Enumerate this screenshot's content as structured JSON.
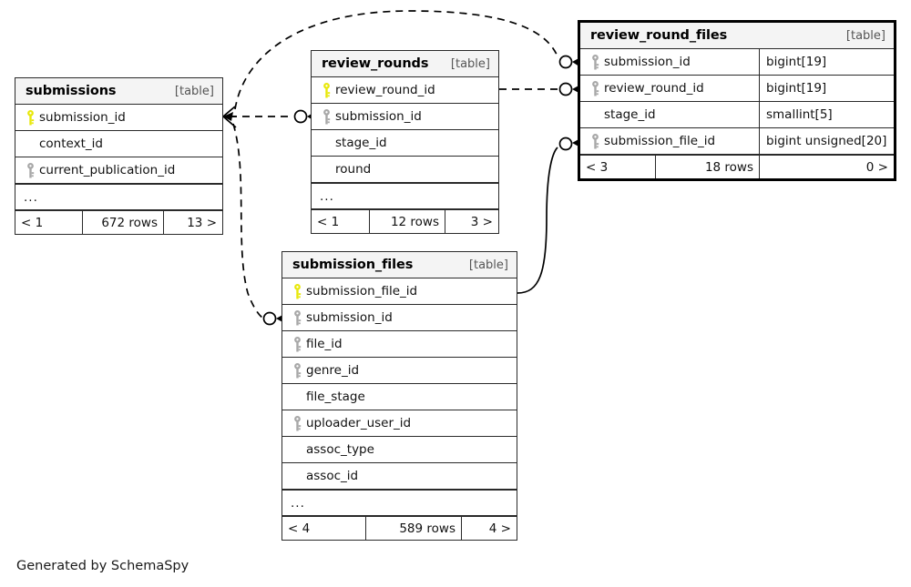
{
  "diagram": {
    "title": "review_round_files",
    "caption": "Generated by SchemaSpy",
    "kind_label": "[table]",
    "more_label": "...",
    "colors": {
      "primary_key": "#e8e80c",
      "foreign_key": "#a8a8a8",
      "header_background": "#f4f4f4",
      "border": "#2a2a2a",
      "focal_border": "#000000",
      "text": "#111111"
    }
  },
  "tables": [
    {
      "id": "submissions",
      "name": "submissions",
      "kind": "[table]",
      "focal": false,
      "has_type_column": false,
      "columns": [
        {
          "name": "submission_id",
          "key": "primary",
          "type": ""
        },
        {
          "name": "context_id",
          "key": "none",
          "type": ""
        },
        {
          "name": "current_publication_id",
          "key": "foreign",
          "type": ""
        }
      ],
      "truncated": true,
      "footer": {
        "left": "< 1",
        "middle": "672 rows",
        "right": "13 >"
      }
    },
    {
      "id": "review_rounds",
      "name": "review_rounds",
      "kind": "[table]",
      "focal": false,
      "has_type_column": false,
      "columns": [
        {
          "name": "review_round_id",
          "key": "primary",
          "type": ""
        },
        {
          "name": "submission_id",
          "key": "foreign",
          "type": ""
        },
        {
          "name": "stage_id",
          "key": "none",
          "type": ""
        },
        {
          "name": "round",
          "key": "none",
          "type": ""
        }
      ],
      "truncated": true,
      "footer": {
        "left": "< 1",
        "middle": "12 rows",
        "right": "3 >"
      }
    },
    {
      "id": "review_round_files",
      "name": "review_round_files",
      "kind": "[table]",
      "focal": true,
      "has_type_column": true,
      "columns": [
        {
          "name": "submission_id",
          "key": "foreign",
          "type": "bigint[19]"
        },
        {
          "name": "review_round_id",
          "key": "foreign",
          "type": "bigint[19]"
        },
        {
          "name": "stage_id",
          "key": "none",
          "type": "smallint[5]"
        },
        {
          "name": "submission_file_id",
          "key": "foreign",
          "type": "bigint unsigned[20]"
        }
      ],
      "truncated": false,
      "footer": {
        "left": "< 3",
        "middle": "18 rows",
        "right": "0 >"
      }
    },
    {
      "id": "submission_files",
      "name": "submission_files",
      "kind": "[table]",
      "focal": false,
      "has_type_column": false,
      "columns": [
        {
          "name": "submission_file_id",
          "key": "primary",
          "type": ""
        },
        {
          "name": "submission_id",
          "key": "foreign",
          "type": ""
        },
        {
          "name": "file_id",
          "key": "foreign",
          "type": ""
        },
        {
          "name": "genre_id",
          "key": "foreign",
          "type": ""
        },
        {
          "name": "file_stage",
          "key": "none",
          "type": ""
        },
        {
          "name": "uploader_user_id",
          "key": "foreign",
          "type": ""
        },
        {
          "name": "assoc_type",
          "key": "none",
          "type": ""
        },
        {
          "name": "assoc_id",
          "key": "none",
          "type": ""
        }
      ],
      "truncated": true,
      "footer": {
        "left": "< 4",
        "middle": "589 rows",
        "right": "4 >"
      }
    }
  ],
  "relationships": [
    {
      "from": "submissions.submission_id",
      "to": "review_rounds.submission_id",
      "style": "dashed"
    },
    {
      "from": "submissions.submission_id",
      "to": "review_round_files.submission_id",
      "style": "dashed"
    },
    {
      "from": "submissions.submission_id",
      "to": "submission_files.submission_id",
      "style": "dashed"
    },
    {
      "from": "review_rounds.review_round_id",
      "to": "review_round_files.review_round_id",
      "style": "dashed"
    },
    {
      "from": "submission_files.submission_file_id",
      "to": "review_round_files.submission_file_id",
      "style": "solid"
    }
  ]
}
